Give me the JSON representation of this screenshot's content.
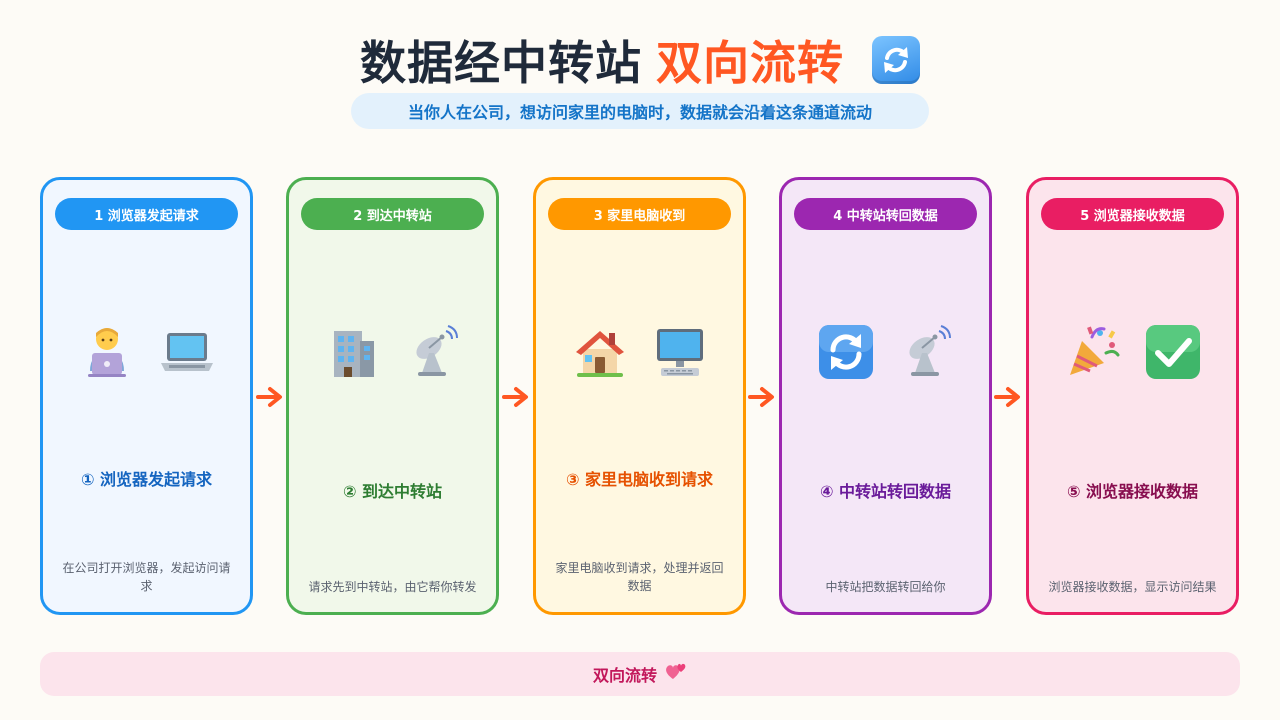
{
  "header": {
    "title_main": "数据经中转站",
    "title_accent": "双向流转",
    "title_icon": "refresh-arrows-icon",
    "subtitle": "当你人在公司，想访问家里的电脑时，数据就会沿着这条通道流动"
  },
  "steps": [
    {
      "badge": "1 浏览器发起请求",
      "title": "① 浏览器发起请求",
      "description": "在公司打开浏览器，发起访问请求",
      "icons": [
        "office-worker-icon",
        "laptop-icon"
      ],
      "color": "#2196f3",
      "bg": "#f1f7ff",
      "title_color": "#1565c0"
    },
    {
      "badge": "2 到达中转站",
      "title": "② 到达中转站",
      "description": "请求先到中转站，由它帮你转发",
      "icons": [
        "office-building-icon",
        "satellite-antenna-icon"
      ],
      "color": "#4caf50",
      "bg": "#f1f8ea",
      "title_color": "#2e7d32"
    },
    {
      "badge": "3 家里电脑收到",
      "title": "③ 家里电脑收到请求",
      "description": "家里电脑收到请求，处理并返回数据",
      "icons": [
        "house-icon",
        "desktop-computer-icon"
      ],
      "color": "#ff9800",
      "bg": "#fff8e1",
      "title_color": "#e65100"
    },
    {
      "badge": "4 中转站转回数据",
      "title": "④ 中转站转回数据",
      "description": "中转站把数据转回给你",
      "icons": [
        "refresh-arrows-icon",
        "satellite-antenna-icon"
      ],
      "color": "#9c27b0",
      "bg": "#f4e7f7",
      "title_color": "#6a1b9a"
    },
    {
      "badge": "5 浏览器接收数据",
      "title": "⑤ 浏览器接收数据",
      "description": "浏览器接收数据，显示访问结果",
      "icons": [
        "party-popper-icon",
        "check-mark-icon"
      ],
      "color": "#e91e63",
      "bg": "#fce4ec",
      "title_color": "#880e4f"
    }
  ],
  "footer": {
    "label": "双向流转",
    "icon": "two-hearts-icon"
  }
}
